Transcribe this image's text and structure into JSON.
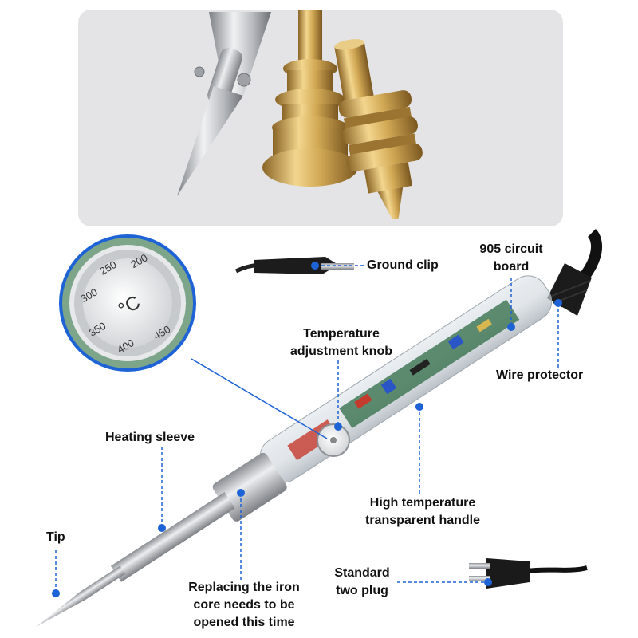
{
  "labels": {
    "ground_clip": "Ground clip",
    "circuit_board_line1": "905 circuit",
    "circuit_board_line2": "board",
    "temp_knob_line1": "Temperature",
    "temp_knob_line2": "adjustment knob",
    "wire_protector": "Wire protector",
    "heating_sleeve": "Heating sleeve",
    "handle_line1": "High temperature",
    "handle_line2": "transparent handle",
    "tip": "Tip",
    "plug_line1": "Standard",
    "plug_line2": "two plug",
    "core_line1": "Replacing the iron",
    "core_line2": "core needs to be",
    "core_line3": "opened this time"
  },
  "dial": {
    "unit": "°C",
    "marks": [
      "200",
      "250",
      "300",
      "350",
      "400",
      "450"
    ]
  },
  "colors": {
    "callout_blue": "#1e63d6",
    "brass": "#c9a24e",
    "steel": "#b9bcc0",
    "photo_bg": "#e4e4e6"
  }
}
